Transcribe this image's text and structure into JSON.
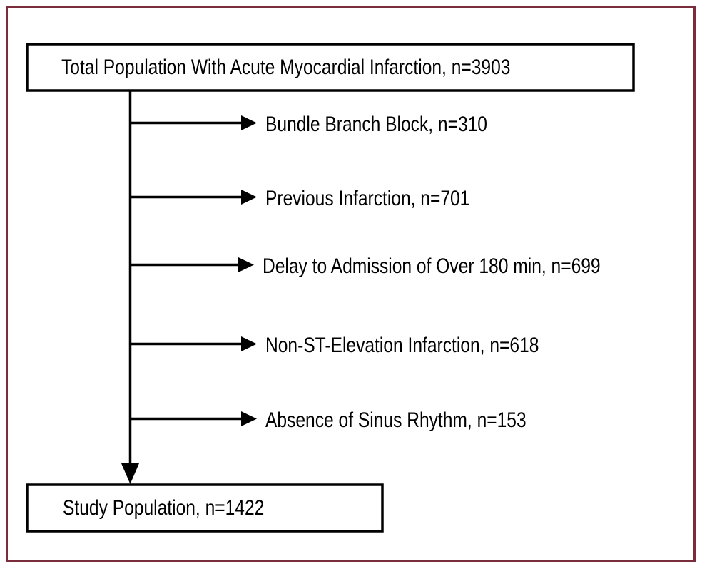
{
  "figure": {
    "type": "patient-flow-diagram",
    "frame_color": "#7B2D3E",
    "line_color": "#000000",
    "background_color": "#ffffff"
  },
  "nodes": {
    "top": {
      "label": "Total Population With Acute Myocardial Infarction, n=3903",
      "n": 3903
    },
    "bottom": {
      "label": "Study Population, n=1422",
      "n": 1422
    }
  },
  "exclusions": [
    {
      "label": "Bundle Branch Block, n=310",
      "reason": "Bundle Branch Block",
      "n": 310
    },
    {
      "label": "Previous Infarction, n=701",
      "reason": "Previous Infarction",
      "n": 701
    },
    {
      "label": "Delay to Admission of Over 180 min, n=699",
      "reason": "Delay to Admission of Over 180 min",
      "n": 699
    },
    {
      "label": "Non-ST-Elevation Infarction, n=618",
      "reason": "Non-ST-Elevation Infarction",
      "n": 618
    },
    {
      "label": "Absence of Sinus Rhythm, n=153",
      "reason": "Absence of Sinus Rhythm",
      "n": 153
    }
  ]
}
